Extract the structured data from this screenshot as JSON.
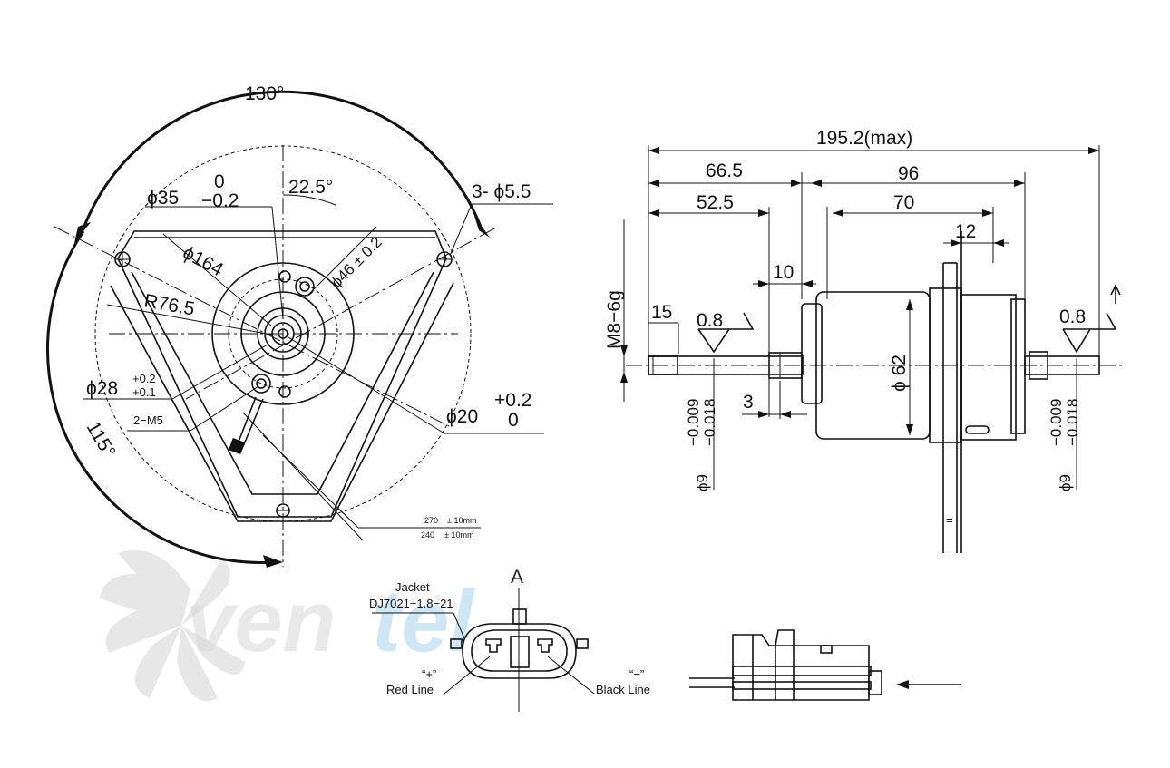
{
  "front_view": {
    "angle_top": "130°",
    "angle_small": "22.5°",
    "angle_left": "115°",
    "holes": "3- ϕ5.5",
    "d35": "ϕ35",
    "d35_tol_upper": "0",
    "d35_tol_lower": "−0.2",
    "d164": "ϕ164",
    "r76": "R76.5",
    "d46": "ϕ46 ± 0.2",
    "d28": "ϕ28",
    "d28_tol_upper": "+0.2",
    "d28_tol_lower": "+0.1",
    "screws": "2−M5",
    "d20": "ϕ20",
    "d20_tol_upper": "+0.2",
    "d20_tol_lower": "0",
    "lead_270": "270",
    "lead_270_tol": "± 10mm",
    "lead_240": "240",
    "lead_240_tol": "± 10mm"
  },
  "side_view": {
    "overall": "195.2(max)",
    "d66": "66.5",
    "d96": "96",
    "d52": "52.5",
    "d70": "70",
    "d12": "12",
    "d10": "10",
    "thread": "M8−6g",
    "d15": "15",
    "rough_left": "0.8",
    "rough_right": "0.8",
    "d3": "3",
    "body_dia": "ϕ 62",
    "shaft_tol_upper_left": "−0.009",
    "shaft_tol_lower_left": "−0.018",
    "shaft_dia_left": "ϕ9",
    "shaft_tol_upper_right": "−0.009",
    "shaft_tol_lower_right": "−0.018",
    "shaft_dia_right": "ϕ9",
    "flange_mark": "="
  },
  "connector": {
    "view_label": "A",
    "jacket_label": "Jacket",
    "jacket_part": "DJ7021−1.8−21",
    "plus_sign": "“+”",
    "plus_line": "Red Line",
    "minus_sign": "“−”",
    "minus_line": "Black Line"
  },
  "watermark": {
    "text_gray": "ven",
    "text_blue": "tel"
  }
}
